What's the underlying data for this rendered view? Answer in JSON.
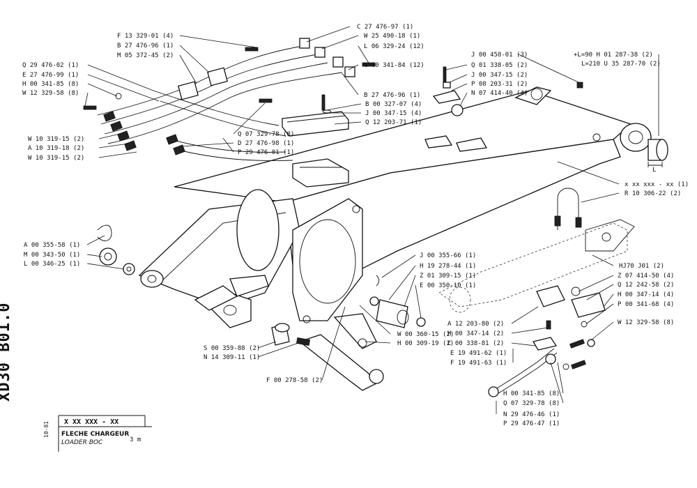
{
  "document": {
    "code": "XD30 B01.0",
    "date": "10-81",
    "ref": "X XX XXX - XX",
    "title_fr": "FLECHE CHARGEUR",
    "title_en": "LOADER BOC",
    "size": "3 m"
  },
  "labels": [
    "F 13 329-01 (4)",
    "B 27 476-96 (1)",
    "M 05 372-45 (2)",
    "Q 29 476-02 (1)",
    "E 27 476-99 (1)",
    "H 00 341-85 (8)",
    "W 12 329-58 (8)",
    "C 27 476-97 (1)",
    "W 25 490-18 (1)",
    "L 06 329-24 (12)",
    "G 00 341-84 (12)",
    "B 27 476-96 (1)",
    "Q 07 329-78 (8)",
    "D 27 476-98 (1)",
    "P 29 476-01 (1)",
    "W 10 319-15 (2)",
    "A 10 319-18 (2)",
    "W 10 319-15 (2)",
    "J 00 458-01 (3)",
    "Q 01 338-05 (2)",
    "J 00 347-15 (2)",
    "P 08 203-31 (2)",
    "N 07 414-40 (4)",
    "B 00 327-07 (4)",
    "J 00 347-15 (4)",
    "Q 12 203-71 (1)",
    "+L=90   H 01 287-38 (2)",
    "L=210  U 35 287-70 (2)",
    "x  xx  xxx - xx (1)",
    "R 10 306-22 (2)",
    "HJ70  J01 (2)",
    "A 00 355-58 (1)",
    "M 00 343-50 (1)",
    "L 00 346-25 (1)",
    "J 00 355-66 (1)",
    "H 19 278-44 (1)",
    "Z 01 309-15 (1)",
    "E 00 350-10 (1)",
    "Z 07 414-50 (4)",
    "Q 12 242-58 (2)",
    "H 00 347-14 (4)",
    "P 00 341-68 (4)",
    "A 12 203-80 (2)",
    "H 00 347-14 (2)",
    "C 00 338-81 (2)",
    "E 19 491-62 (1)",
    "F 19 491-63 (1)",
    "W 12 329-58 (8)",
    "W 00 360-15 (2)",
    "H 00 309-19 (2)",
    "S 00 359-88 (2)",
    "N 14 309-11 (1)",
    "F 00 278-58 (2)",
    "H 00 341-85 (8)",
    "Q 07 329-78 (8)",
    "N 29 476-46 (1)",
    "P 29 476-47 (1)"
  ],
  "dimension_label": "L"
}
